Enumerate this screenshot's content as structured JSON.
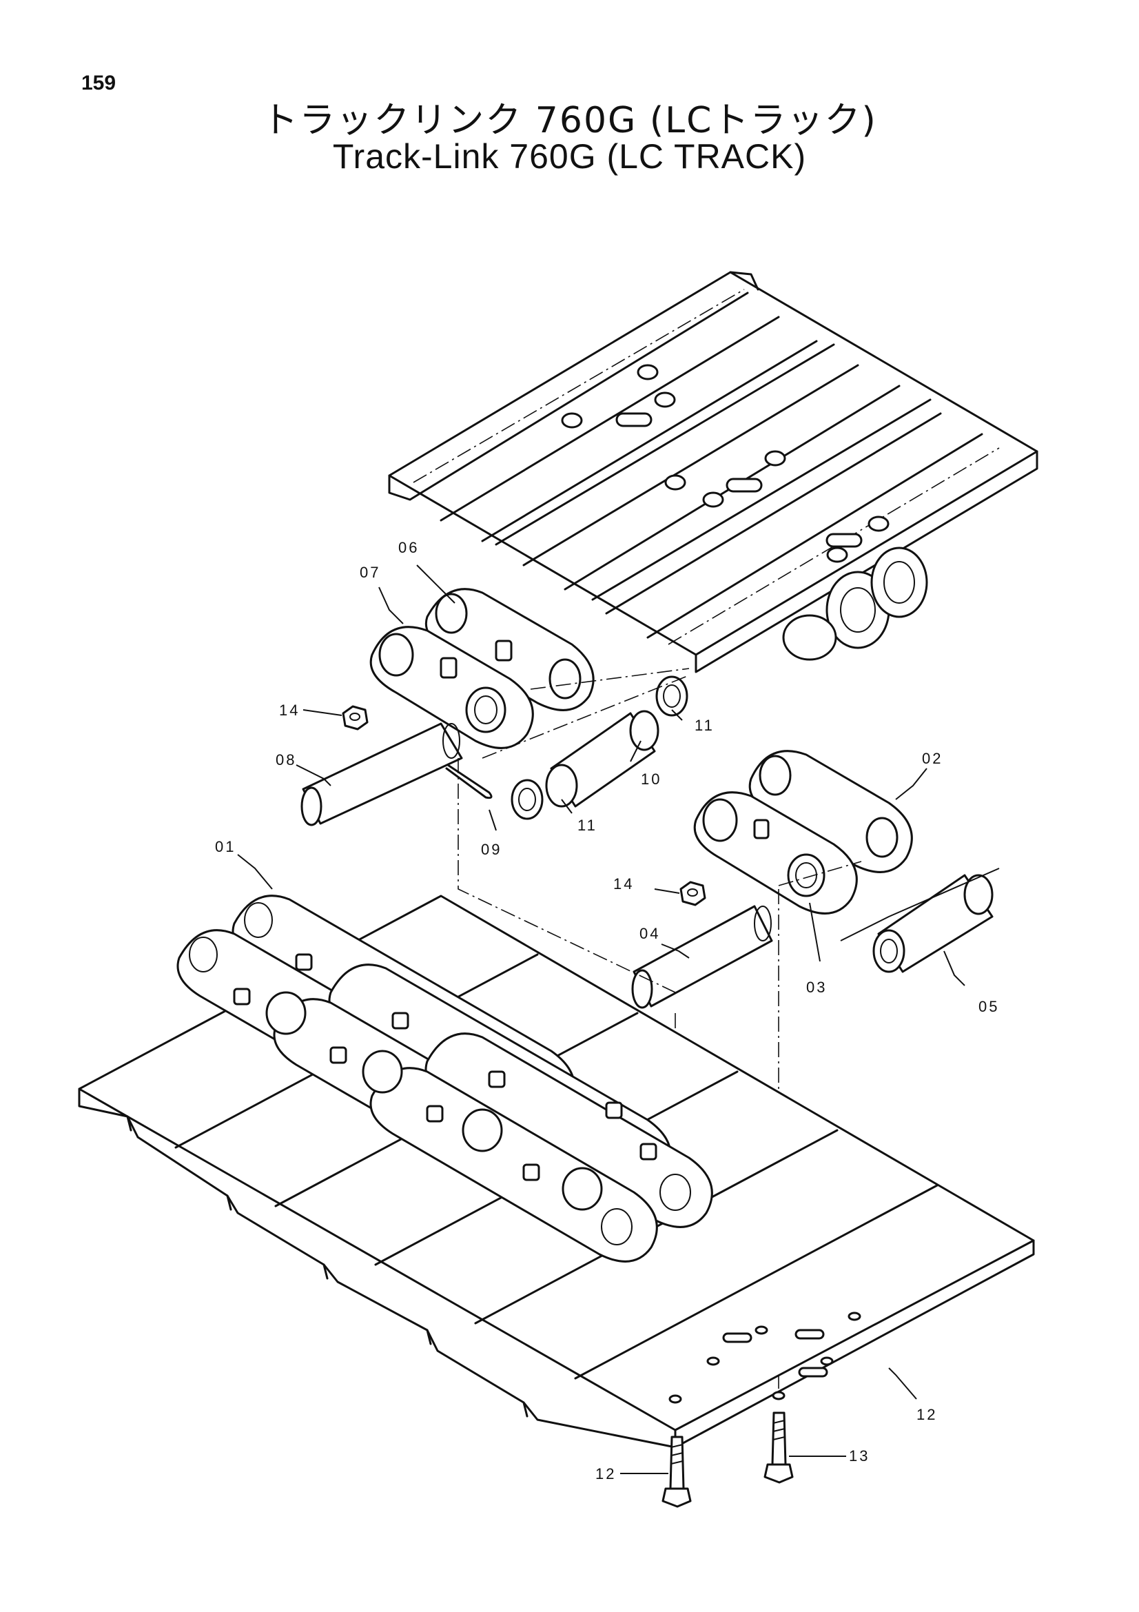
{
  "page_number": "159",
  "title_jp": "トラックリンク 760G (LCトラック)",
  "title_en": "Track-Link 760G (LC TRACK)",
  "callouts": [
    "01",
    "02",
    "03",
    "04",
    "05",
    "06",
    "07",
    "08",
    "09",
    "10",
    "11",
    "11",
    "12",
    "12",
    "13",
    "14",
    "14"
  ]
}
